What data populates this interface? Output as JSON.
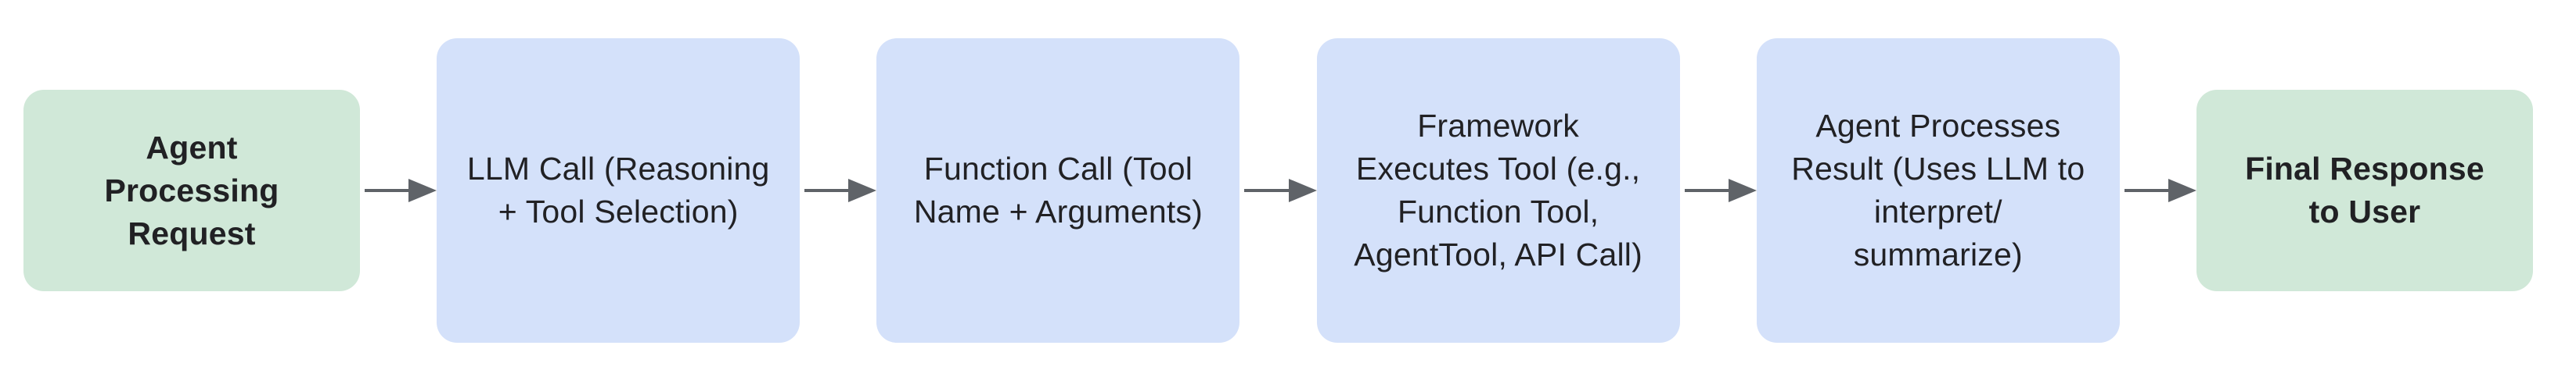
{
  "diagram": {
    "type": "flowchart",
    "direction": "left-to-right",
    "background": "#FFFFFF",
    "colors": {
      "terminal_fill": "#D0E8D8",
      "process_fill": "#D4E1FA",
      "arrow": "#5F6368",
      "text": "#212124"
    },
    "nodes": [
      {
        "id": "agent-processing-request",
        "role": "start",
        "label": "Agent\nProcessing\nRequest",
        "fill": "#D0E8D8",
        "emphasis": "bold"
      },
      {
        "id": "llm-call",
        "role": "process",
        "label": "LLM Call (Reasoning\n+ Tool Selection)",
        "fill": "#D4E1FA",
        "emphasis": "regular"
      },
      {
        "id": "function-call",
        "role": "process",
        "label": "Function Call (Tool\nName + Arguments)",
        "fill": "#D4E1FA",
        "emphasis": "regular"
      },
      {
        "id": "framework-executes-tool",
        "role": "process",
        "label": "Framework\nExecutes Tool (e.g.,\nFunction Tool,\nAgentTool, API Call)",
        "fill": "#D4E1FA",
        "emphasis": "regular"
      },
      {
        "id": "agent-processes-result",
        "role": "process",
        "label": "Agent Processes\nResult (Uses LLM to\ninterpret/\nsummarize)",
        "fill": "#D4E1FA",
        "emphasis": "regular"
      },
      {
        "id": "final-response-to-user",
        "role": "end",
        "label": "Final Response\nto User",
        "fill": "#D0E8D8",
        "emphasis": "bold"
      }
    ],
    "edges": [
      {
        "from": "agent-processing-request",
        "to": "llm-call"
      },
      {
        "from": "llm-call",
        "to": "function-call"
      },
      {
        "from": "function-call",
        "to": "framework-executes-tool"
      },
      {
        "from": "framework-executes-tool",
        "to": "agent-processes-result"
      },
      {
        "from": "agent-processes-result",
        "to": "final-response-to-user"
      }
    ]
  }
}
